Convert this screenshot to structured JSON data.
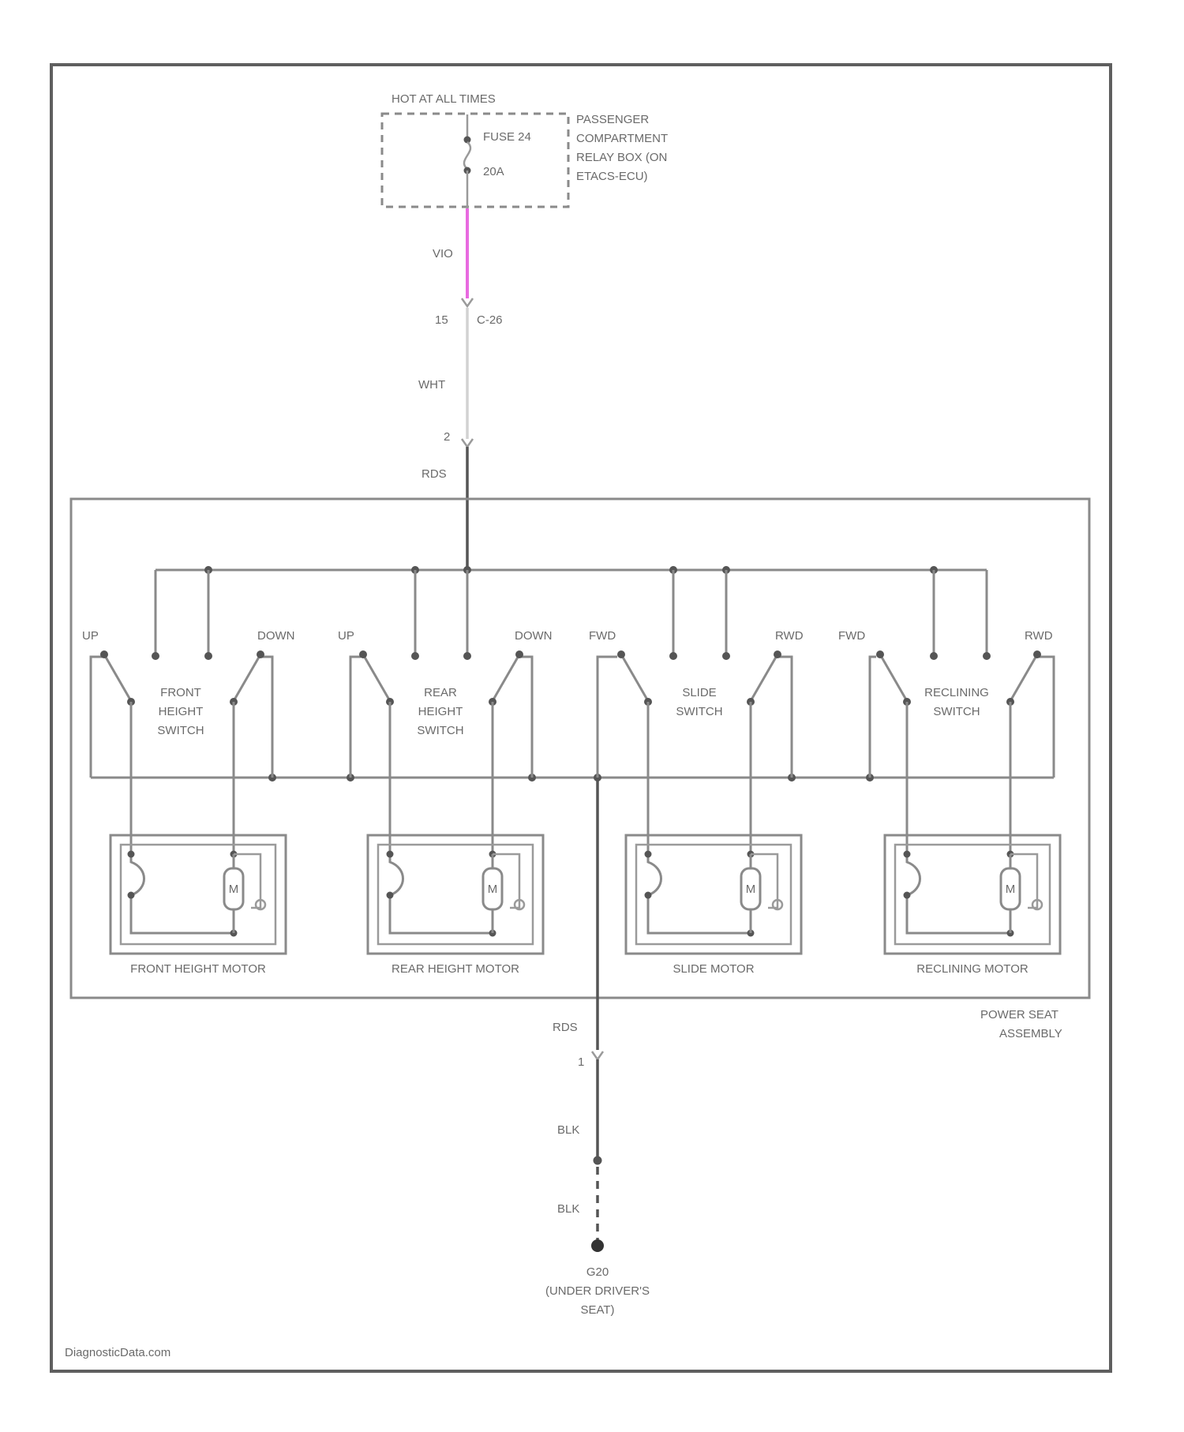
{
  "power_source": {
    "hot_label": "HOT AT ALL TIMES",
    "fuse_name": "FUSE 24",
    "fuse_rating": "20A",
    "relay_box_label": [
      "PASSENGER",
      "COMPARTMENT",
      "RELAY BOX (ON",
      "ETACS-ECU)"
    ]
  },
  "wires": {
    "upper_color": "VIO",
    "middle_color": "WHT",
    "lower_color": "RDS",
    "ground_color_1": "RDS",
    "ground_color_2": "BLK",
    "ground_color_3": "BLK"
  },
  "connectors": {
    "c1_pin": "15",
    "c1_name": "C-26",
    "c2_pin": "2",
    "c3_pin": "1"
  },
  "colors": {
    "vio_wire": "#e86ae0",
    "wire": "#8a8a8a",
    "frame": "#5f5f5f"
  },
  "switches": [
    {
      "left_dir": "UP",
      "right_dir": "DOWN",
      "name": [
        "FRONT",
        "HEIGHT",
        "SWITCH"
      ]
    },
    {
      "left_dir": "UP",
      "right_dir": "DOWN",
      "name": [
        "REAR",
        "HEIGHT",
        "SWITCH"
      ]
    },
    {
      "left_dir": "FWD",
      "right_dir": "RWD",
      "name": [
        "SLIDE",
        "SWITCH"
      ]
    },
    {
      "left_dir": "FWD",
      "right_dir": "RWD",
      "name": [
        "RECLINING",
        "SWITCH"
      ]
    }
  ],
  "motors": [
    {
      "label": "FRONT HEIGHT MOTOR",
      "symbol": "M"
    },
    {
      "label": "REAR HEIGHT MOTOR",
      "symbol": "M"
    },
    {
      "label": "SLIDE MOTOR",
      "symbol": "M"
    },
    {
      "label": "RECLINING MOTOR",
      "symbol": "M"
    }
  ],
  "assembly_label": [
    "POWER SEAT",
    "ASSEMBLY"
  ],
  "ground": {
    "name": "G20",
    "location": [
      "(UNDER DRIVER'S",
      "SEAT)"
    ]
  },
  "watermark": "DiagnosticData.com"
}
